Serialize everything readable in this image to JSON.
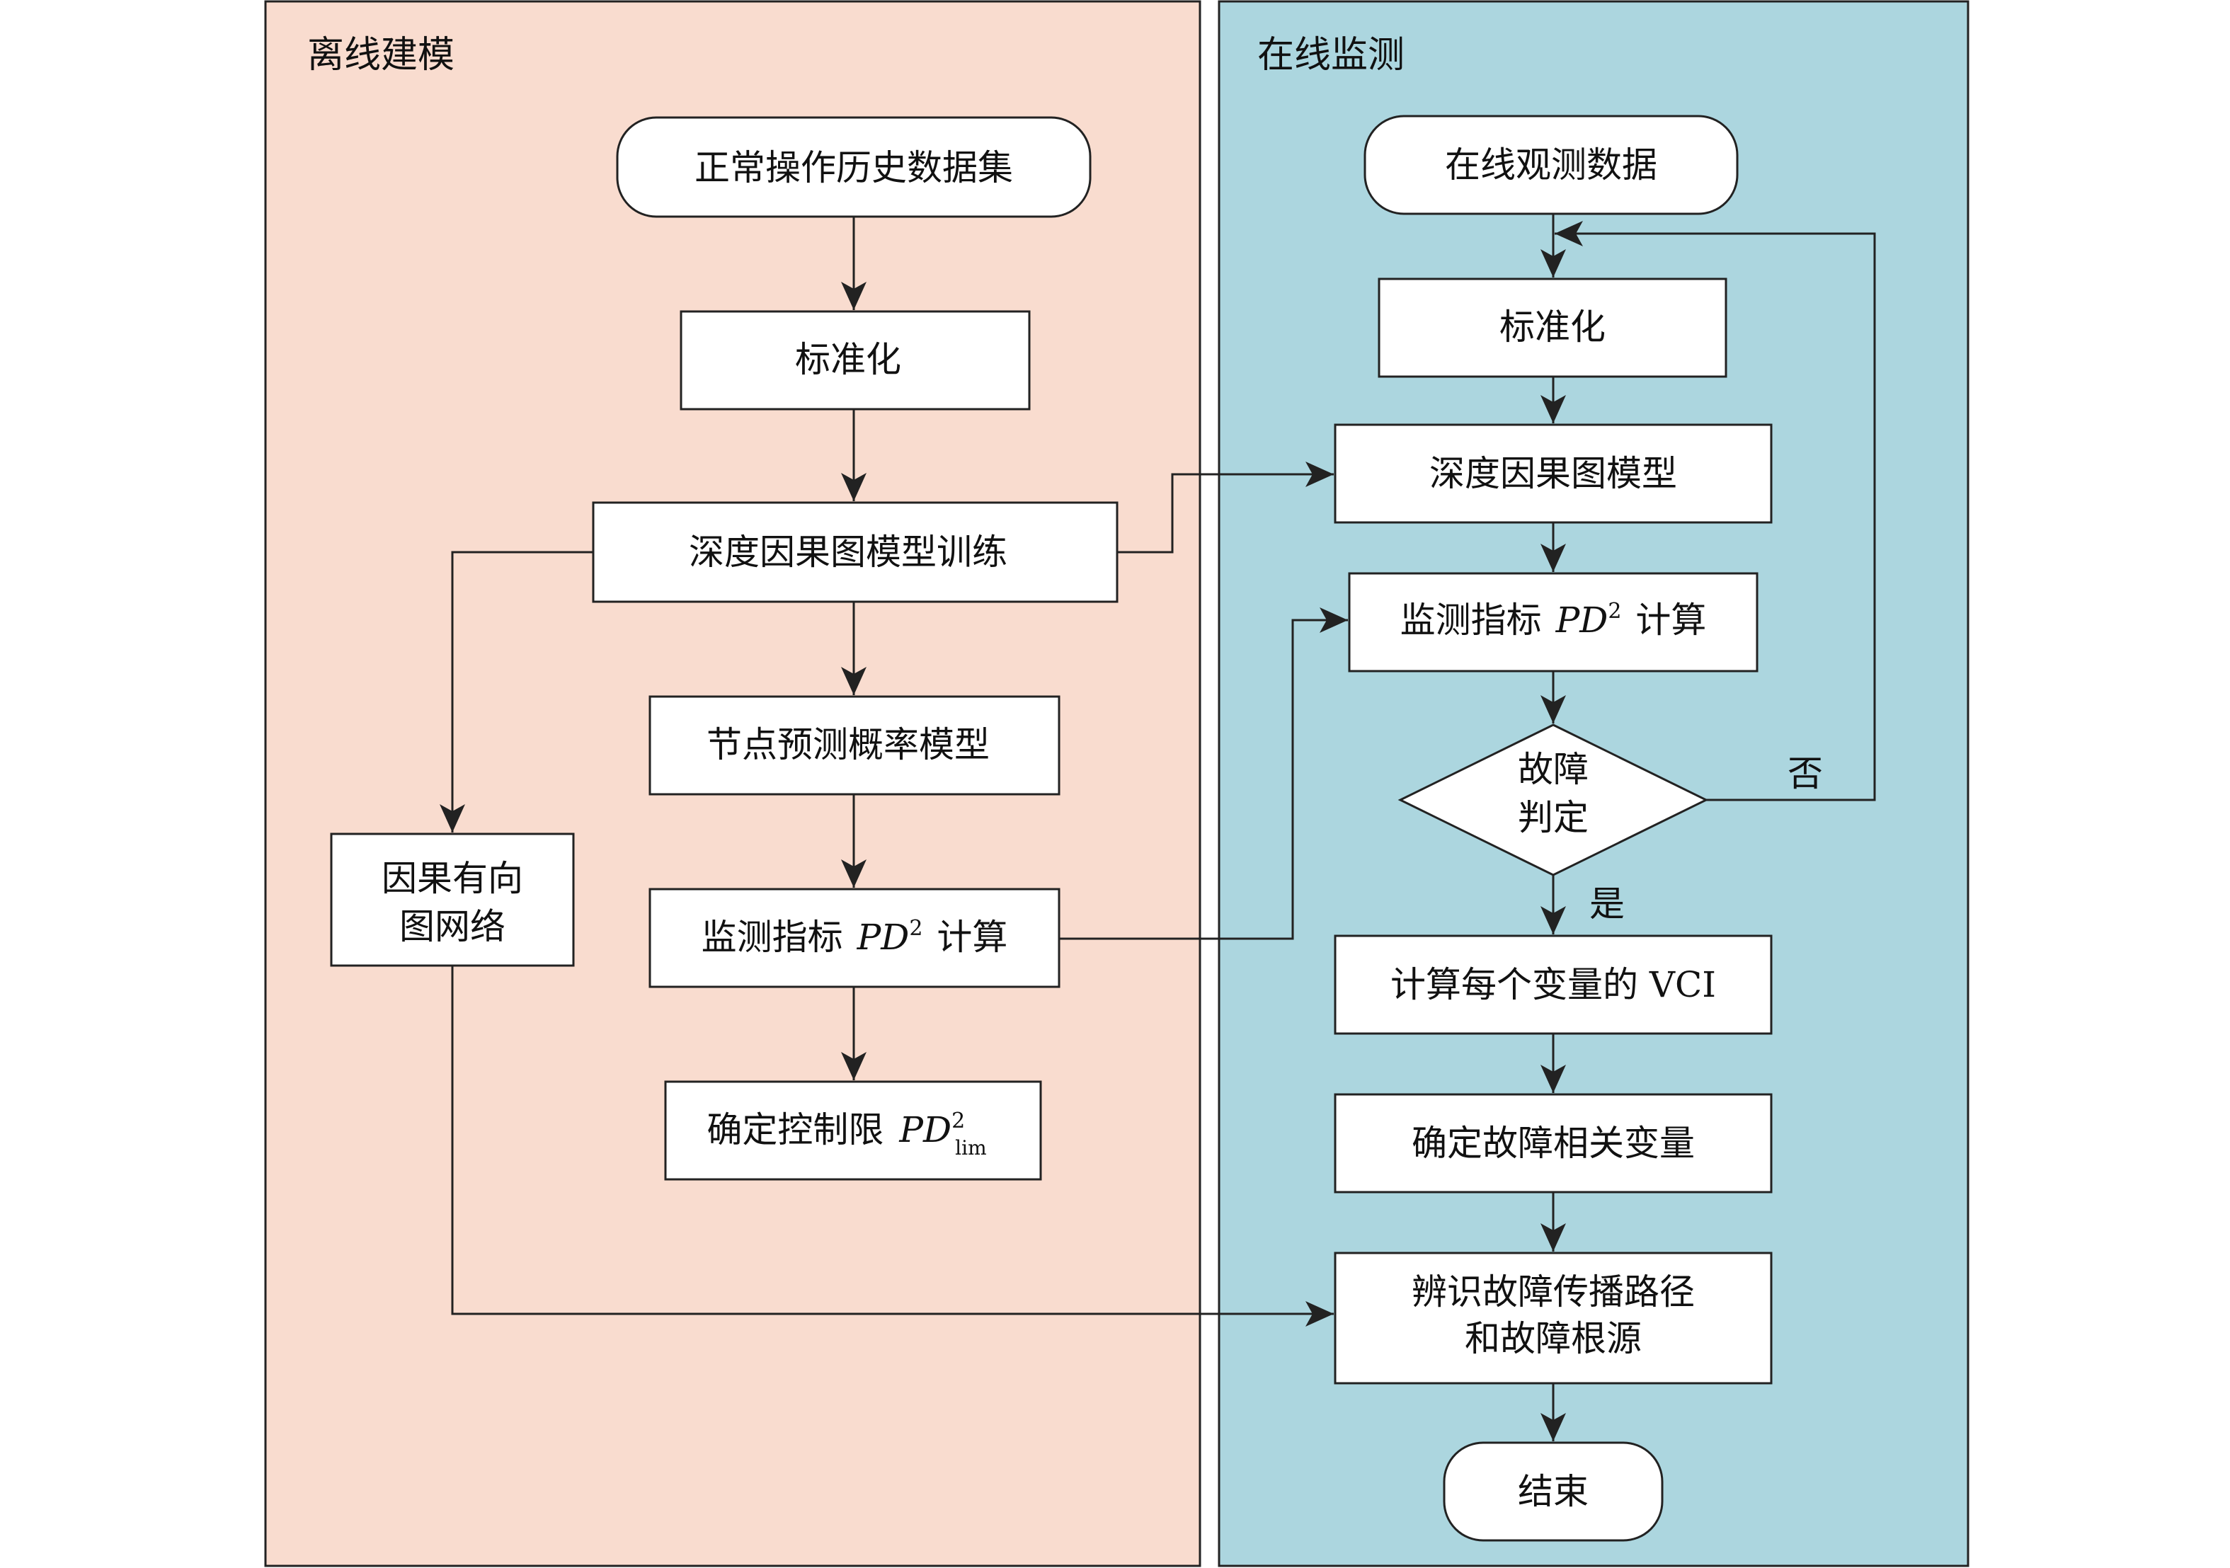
{
  "panels": {
    "offline_title": "离线建模",
    "online_title": "在线监测"
  },
  "offline": {
    "history_data": "正常操作历史数据集",
    "standardize": "标准化",
    "train_model": "深度因果图模型训练",
    "node_prob_model": "节点预测概率模型",
    "causal_net_line1": "因果有向",
    "causal_net_line2": "图网络",
    "monitor_calc_prefix": "监测指标",
    "monitor_calc_var": "PD",
    "monitor_calc_sup": "2",
    "monitor_calc_suffix": "计算",
    "limit_prefix": "确定控制限",
    "limit_var": "PD",
    "limit_sup": "2",
    "limit_sub": "lim"
  },
  "online": {
    "online_data": "在线观测数据",
    "standardize": "标准化",
    "model": "深度因果图模型",
    "monitor_calc_prefix": "监测指标",
    "monitor_calc_var": "PD",
    "monitor_calc_sup": "2",
    "monitor_calc_suffix": "计算",
    "fault_judge_line1": "故障",
    "fault_judge_line2": "判定",
    "no_label": "否",
    "yes_label": "是",
    "vci_calc": "计算每个变量的 VCI",
    "fault_vars": "确定故障相关变量",
    "identify_line1": "辨识故障传播路径",
    "identify_line2": "和故障根源",
    "end": "结束"
  }
}
